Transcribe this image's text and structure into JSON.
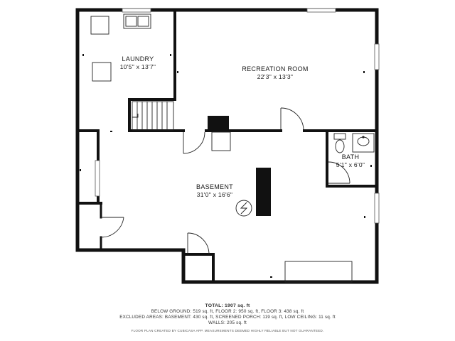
{
  "rooms": {
    "laundry": {
      "name": "LAUNDRY",
      "size": "10'5\" x 13'7\""
    },
    "recreation": {
      "name": "RECREATION ROOM",
      "size": "22'3\" x 13'3\""
    },
    "bath": {
      "name": "BATH",
      "size": "5'1\" x 6'0\""
    },
    "basement": {
      "name": "BASEMENT",
      "size": "31'0\" x 16'6\""
    }
  },
  "footer": {
    "total": "TOTAL: 1907 sq. ft",
    "below_ground": "BELOW GROUND: 519 sq. ft, FLOOR 2: 950 sq. ft, FLOOR 3: 438 sq. ft",
    "excluded": "EXCLUDED AREAS: BASEMENT: 430 sq. ft, SCREENED PORCH: 119 sq. ft, LOW CEILING: 11 sq. ft",
    "walls": "WALLS: 205 sq. ft",
    "credit": "FLOOR PLAN CREATED BY CUBICASA APP. MEASUREMENTS DEEMED HIGHLY RELIABLE BUT NOT GUARANTEED."
  },
  "colors": {
    "wall": "#111111",
    "line": "#222222",
    "background": "#ffffff"
  }
}
